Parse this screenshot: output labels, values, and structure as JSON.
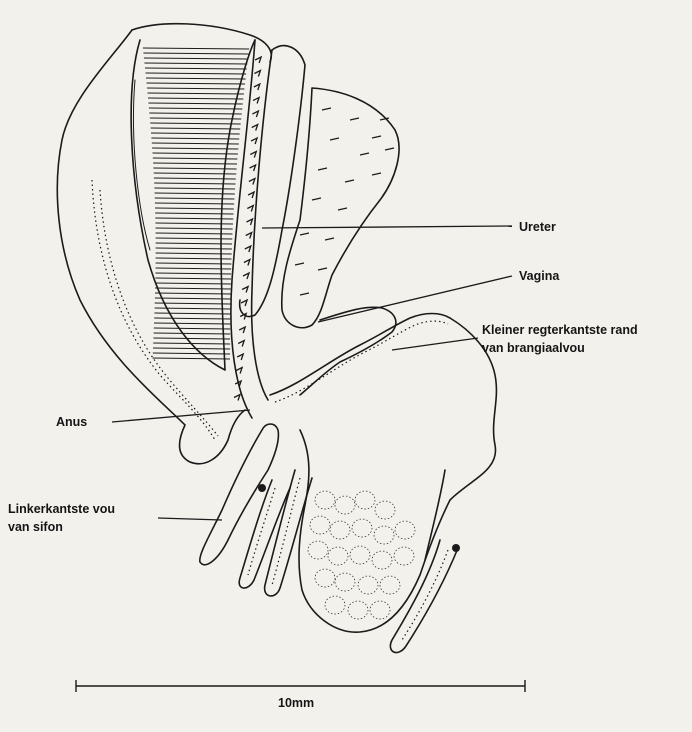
{
  "labels": {
    "ureter": "Ureter",
    "vagina": "Vagina",
    "kleiner_line1": "Kleiner regterkantste rand",
    "kleiner_line2": "van brangiaalvou",
    "anus": "Anus",
    "linker_line1": "Linkerkantste vou",
    "linker_line2": "van sifon"
  },
  "scale_bar": {
    "label": "10mm"
  },
  "colors": {
    "ink": "#1b1b1b",
    "paper": "#f3f1ec"
  }
}
